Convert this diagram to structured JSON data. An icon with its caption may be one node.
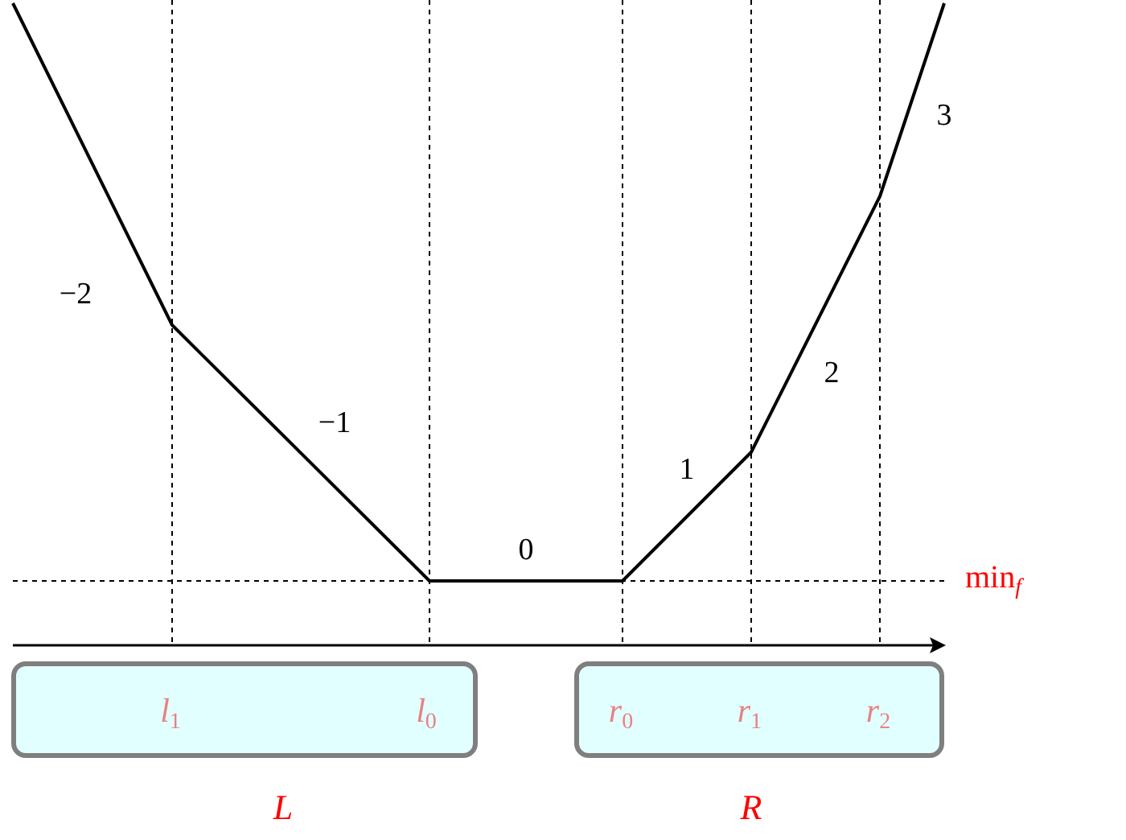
{
  "diagram": {
    "nodes": [
      {
        "text": [
          "*l*$_{1}$",
          "*l*$_{0}$",
          "L"
        ]
      },
      {
        "text": [
          "*r*$_{0}$",
          "*r*$_{1}$",
          "*r*$_{2}$",
          "R"
        ]
      }
    ],
    "labels": [
      "−2",
      "−1",
      "0",
      "1",
      "2",
      "3",
      "min$_{f}$"
    ]
  }
}
